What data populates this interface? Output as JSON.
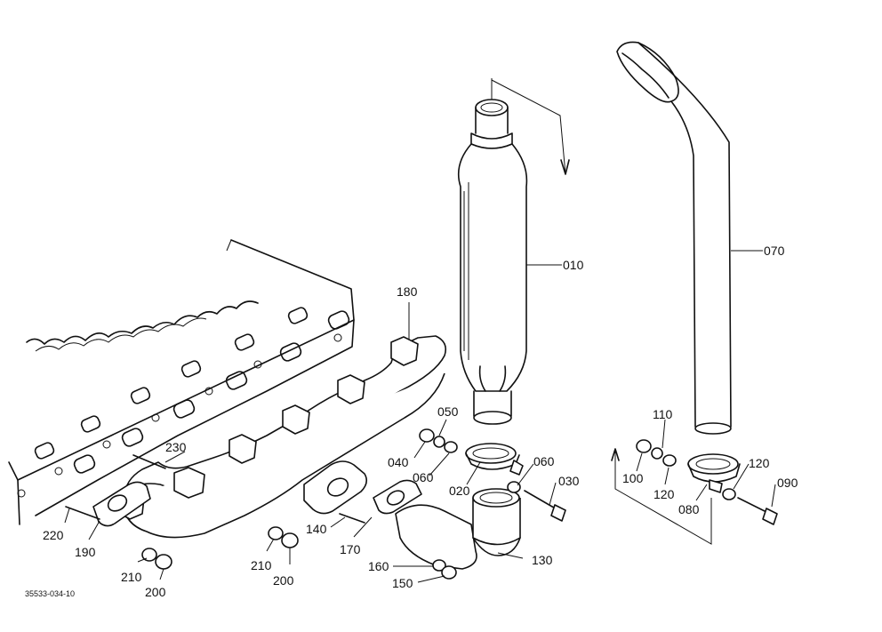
{
  "diagram": {
    "drawing_ref": "35533-034-10",
    "parts": [
      {
        "id": "010",
        "label": "010"
      },
      {
        "id": "020",
        "label": "020"
      },
      {
        "id": "030",
        "label": "030"
      },
      {
        "id": "040",
        "label": "040"
      },
      {
        "id": "050",
        "label": "050"
      },
      {
        "id": "060a",
        "label": "060"
      },
      {
        "id": "060b",
        "label": "060"
      },
      {
        "id": "070",
        "label": "070"
      },
      {
        "id": "080",
        "label": "080"
      },
      {
        "id": "090",
        "label": "090"
      },
      {
        "id": "100",
        "label": "100"
      },
      {
        "id": "110",
        "label": "110"
      },
      {
        "id": "120a",
        "label": "120"
      },
      {
        "id": "120b",
        "label": "120"
      },
      {
        "id": "130",
        "label": "130"
      },
      {
        "id": "140",
        "label": "140"
      },
      {
        "id": "150",
        "label": "150"
      },
      {
        "id": "160",
        "label": "160"
      },
      {
        "id": "170",
        "label": "170"
      },
      {
        "id": "180",
        "label": "180"
      },
      {
        "id": "190",
        "label": "190"
      },
      {
        "id": "200a",
        "label": "200"
      },
      {
        "id": "200b",
        "label": "200"
      },
      {
        "id": "210a",
        "label": "210"
      },
      {
        "id": "210b",
        "label": "210"
      },
      {
        "id": "220",
        "label": "220"
      },
      {
        "id": "230",
        "label": "230"
      }
    ]
  }
}
